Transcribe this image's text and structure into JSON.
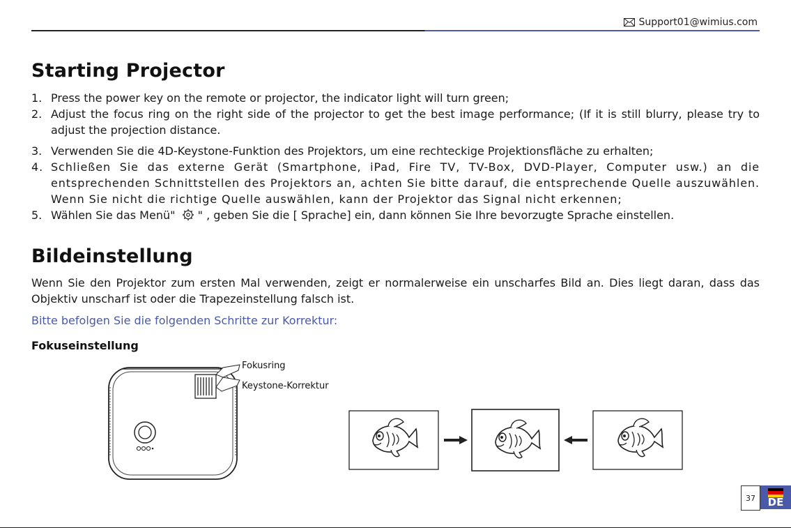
{
  "header": {
    "support_email": "Support01@wimius.com"
  },
  "section1": {
    "title": "Starting Projector",
    "steps": [
      {
        "num": "1.",
        "text": "Press the power key on the remote or projector, the indicator light will turn green;"
      },
      {
        "num": "2.",
        "text": "Adjust the focus ring on the right side of the projector to get the best image performance; (If it is still blurry, please try to adjust the projection distance."
      },
      {
        "num": "3.",
        "text": "Verwenden Sie die 4D-Keystone-Funktion des Projektors, um eine rechteckige Projektionsfläche zu erhalten;"
      },
      {
        "num": "4.",
        "text": "Schließen Sie das externe Gerät (Smartphone, iPad, Fire TV, TV-Box, DVD-Player, Computer usw.) an die entsprechenden Schnittstellen des Projektors an, achten Sie bitte darauf, die entsprechende Quelle auszuwählen. Wenn Sie nicht die richtige Quelle auswählen, kann der Projektor das Signal nicht erkennen;"
      },
      {
        "num": "5.",
        "text_before": "Wählen Sie das Menü\"",
        "text_after": " \" , geben Sie die [ Sprache] ein, dann können Sie Ihre bevorzugte Sprache einstellen."
      }
    ]
  },
  "section2": {
    "title": "Bildeinstellung",
    "paragraph": "Wenn Sie den Projektor zum ersten Mal verwenden, zeigt er normalerweise ein unscharfes Bild an. Dies liegt daran, dass das Objektiv unscharf ist oder die Trapezeinstellung falsch ist.",
    "instruction": "Bitte befolgen Sie die folgenden Schritte zur Korrektur:",
    "subheading": "Fokuseinstellung"
  },
  "figure": {
    "label_focus": "Fokusring",
    "label_keystone": "Keystone-Korrektur"
  },
  "footer": {
    "page_number": "37",
    "language": "DE"
  },
  "colors": {
    "accent": "#4a5aa8",
    "text": "#1a1a1a"
  },
  "icons": {
    "email": "envelope-icon",
    "menu": "gear-icon"
  }
}
